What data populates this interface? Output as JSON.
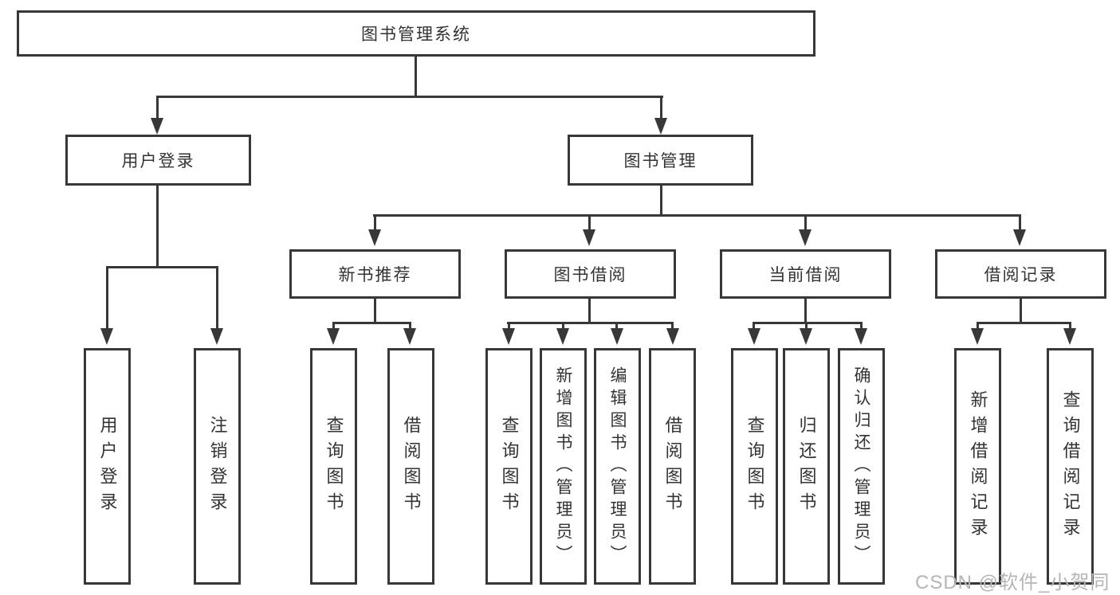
{
  "diagram": {
    "root": {
      "label": "图书管理系统"
    },
    "level2": [
      {
        "label": "用户登录"
      },
      {
        "label": "图书管理"
      }
    ],
    "level3": [
      {
        "label": "新书推荐"
      },
      {
        "label": "图书借阅"
      },
      {
        "label": "当前借阅"
      },
      {
        "label": "借阅记录"
      }
    ],
    "leaves": {
      "login": [
        {
          "label": "用户登录"
        },
        {
          "label": "注销登录"
        }
      ],
      "recommend": [
        {
          "label": "查询图书"
        },
        {
          "label": "借阅图书"
        }
      ],
      "borrow": [
        {
          "label": "查询图书"
        },
        {
          "label": "新增图书（管理员）"
        },
        {
          "label": "编辑图书（管理员）"
        },
        {
          "label": "借阅图书"
        }
      ],
      "current": [
        {
          "label": "查询图书"
        },
        {
          "label": "归还图书"
        },
        {
          "label": "确认归还（管理员）"
        }
      ],
      "records": [
        {
          "label": "新增借阅记录"
        },
        {
          "label": "查询借阅记录"
        }
      ]
    },
    "watermark": "CSDN @软件_小贺同学",
    "colors": {
      "line": "#383838",
      "text": "#333333",
      "watermark": "#b5b5b5",
      "background": "#ffffff"
    }
  }
}
